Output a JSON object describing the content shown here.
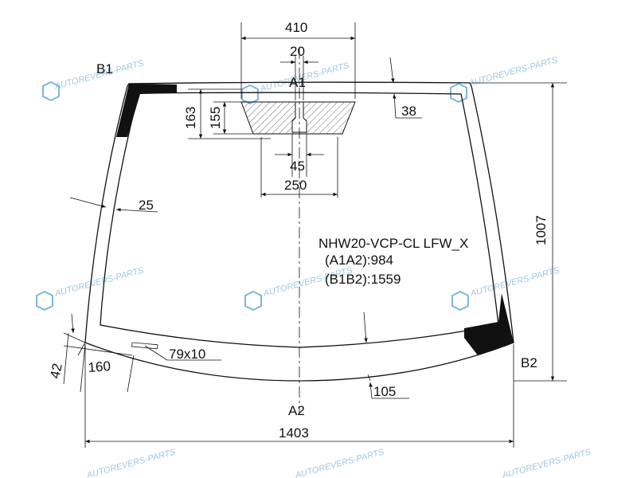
{
  "part": {
    "code": "NHW20-VCP-CL LFW_X",
    "a1a2": "(A1A2):984",
    "b1b2": "(B1B2):1559"
  },
  "points": {
    "a1": "A1",
    "a2": "A2",
    "b1": "B1",
    "b2": "B2"
  },
  "dimensions": {
    "bracket_width": "410",
    "center_width": "20",
    "height_163": "163",
    "height_155": "155",
    "edge_38": "38",
    "slot_45": "45",
    "sensor_250": "250",
    "side_band_25": "25",
    "total_height": "1007",
    "cutout": "79x10",
    "bottom_42": "42",
    "bottom_160": "160",
    "bottom_105": "105",
    "total_width": "1403"
  },
  "watermark": {
    "text": "AUTOREVERS-PARTS",
    "logo": "AR"
  },
  "colors": {
    "line": "#111111",
    "black_band": "#111111",
    "watermark": "#7fb6d8"
  }
}
